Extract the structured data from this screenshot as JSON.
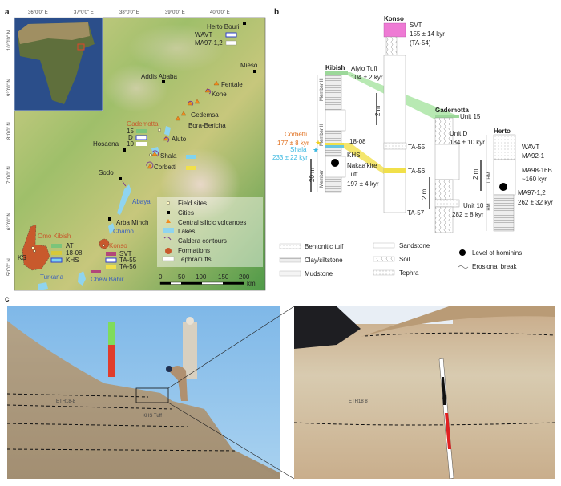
{
  "panels": {
    "a": "a",
    "b": "b",
    "c": "c"
  },
  "map": {
    "lon_ticks": [
      "36°0'0\" E",
      "37°0'0\" E",
      "38°0'0\" E",
      "39°0'0\" E",
      "40°0'0\" E"
    ],
    "lat_ticks": [
      "10°0'0\" N",
      "9°0'0\" N",
      "8°0'0\" N",
      "7°0'0\" N",
      "6°0'0\" N",
      "5°0'0\" N"
    ],
    "cities": [
      "Herto Bouri",
      "Mieso",
      "Addis Ababa",
      "Hosaena",
      "Sodo",
      "Arba Minch"
    ],
    "volcanoes": [
      "Fentale",
      "Kone",
      "Gedemsa",
      "Bora-Bericha",
      "Aluto",
      "Shala",
      "Corbetti"
    ],
    "lakes": [
      "Abaya",
      "Chamo",
      "Turkana",
      "Chew Bahir"
    ],
    "herto_tephra": [
      "WAVT",
      "MA97-1,2"
    ],
    "gademotta": {
      "name": "Gademotta",
      "units": [
        "15",
        "D",
        "10"
      ]
    },
    "omo": {
      "name": "Omo Kibish",
      "ks": "KS",
      "tephra": [
        "AT",
        "18-08",
        "KHS"
      ]
    },
    "konso": {
      "name": "Konso",
      "tephra": [
        "SVT",
        "TA-55",
        "TA-56"
      ]
    },
    "legend": [
      "Field sites",
      "Cities",
      "Central silicic volcanoes",
      "Lakes",
      "Caldera contours",
      "Formations",
      "Tephra/tuffs"
    ],
    "scale": {
      "ticks": [
        "0",
        "50",
        "100",
        "150",
        "200"
      ],
      "unit": "km"
    },
    "colors": {
      "green": "#7cc47a",
      "blue": "#2f3fd0",
      "yellow": "#f1e04a",
      "cyan": "#7fd3ef",
      "pink": "#b2477a",
      "orange": "#f28b1f",
      "formation": "#c8592c"
    }
  },
  "strat": {
    "konso": {
      "title": "Konso",
      "svt": "SVT",
      "svt_age": "155 ± 14 kyr",
      "svt_code": "(TA-54)",
      "ta55": "TA-55",
      "ta56": "TA-56",
      "ta57": "TA-57",
      "scale": "2 m"
    },
    "kibish": {
      "title": "Kibish",
      "alyio": "Alyio Tuff",
      "alyio_age": "104 ± 2 kyr",
      "m3": "Member III",
      "m2": "Member II",
      "m1": "Member I",
      "t1808": "18-08",
      "khs": "KHS",
      "nak1": "Nakaa'kire",
      "nak2": "Tuff",
      "nak_age": "197 ± 4 kyr",
      "scale": "20 m",
      "corbetti": "Corbetti",
      "corbetti_age": "177 ± 8 kyr",
      "shala": "Shala",
      "shala_age": "233 ± 22 kyr"
    },
    "gademotta": {
      "title": "Gademotta",
      "u15": "Unit 15",
      "ud": "Unit D",
      "ud_age": "184 ± 10 kyr",
      "u10": "Unit 10",
      "u10_age": "282 ± 8 kyr",
      "scale": "2 m"
    },
    "herto": {
      "title": "Herto",
      "wavt": "WAVT",
      "ma921": "MA92-1",
      "ma98": "MA98-16B",
      "ma98_age": "~160 kyr",
      "ma97": "MA97-1,2",
      "ma97_age": "262 ± 32 kyr",
      "uhm": "UHM",
      "lhm": "LHM",
      "scale": "2 m"
    },
    "legend": [
      "Bentonitic tuff",
      "Clay/siltstone",
      "Mudstone",
      "Sandstone",
      "Soil",
      "Tephra",
      "Level of hominins",
      "Erosional break"
    ]
  },
  "photos": {
    "left_labels": [
      "ETH18-8",
      "KHS Tuff"
    ],
    "right_label": "ETH18 8"
  }
}
